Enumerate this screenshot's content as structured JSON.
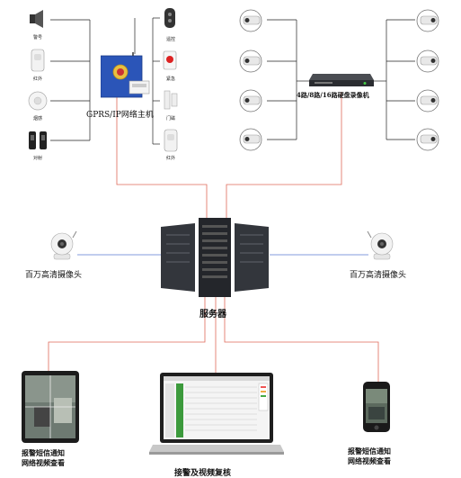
{
  "alarm_host": {
    "title": "GPRS/IP网络主机"
  },
  "left_sensors": [
    "警号",
    "红外",
    "烟感",
    "对射"
  ],
  "right_sensors": [
    "遥控",
    "紧急",
    "门磁",
    "红外"
  ],
  "nvr": {
    "label": "4路/8路/16路硬盘录像机"
  },
  "server": {
    "label": "服务器"
  },
  "cam_left": {
    "label": "百万高清摄像头"
  },
  "cam_right": {
    "label": "百万高清摄像头"
  },
  "tablet": {
    "line1": "报警短信通知",
    "line2": "网络视频查看"
  },
  "laptop": {
    "label": "接警及视频复核"
  },
  "phone": {
    "line1": "报警短信通知",
    "line2": "网络视频查看"
  },
  "colors": {
    "wire_red": "#e06a5a",
    "wire_blue": "#5a7ad0",
    "wire_black": "#222222",
    "host_blue": "#2b55b8",
    "server_dark": "#2a2d33"
  }
}
